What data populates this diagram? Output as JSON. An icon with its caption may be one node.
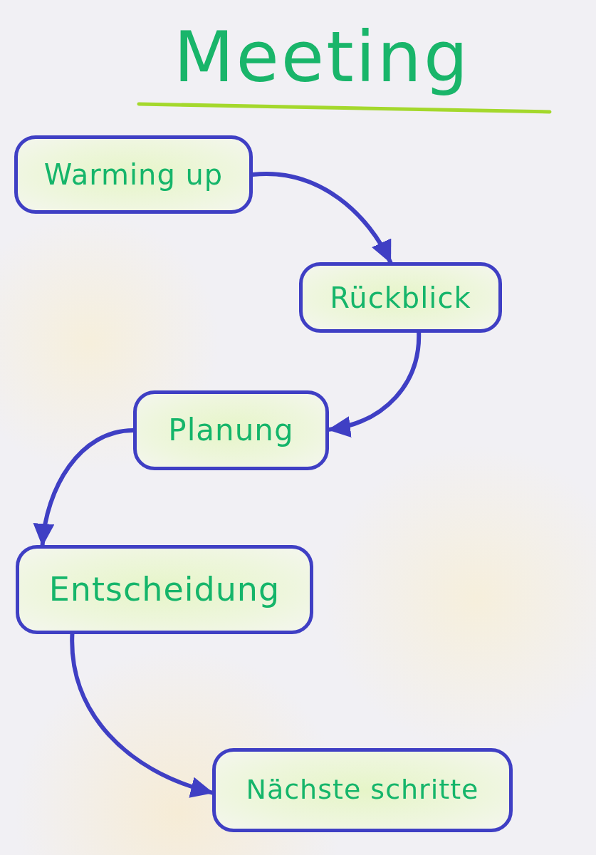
{
  "diagram": {
    "title": "Meeting",
    "nodes": [
      {
        "text": [
          "Warming up"
        ]
      },
      {
        "text": [
          "Rückblick"
        ]
      },
      {
        "text": [
          "Planung"
        ]
      },
      {
        "text": [
          "Entscheidung"
        ]
      },
      {
        "text": [
          "Nächste schritte"
        ]
      }
    ],
    "edges": [
      {
        "from": 0,
        "to": 1,
        "arrow": "to"
      },
      {
        "from": 1,
        "to": 2,
        "arrow": "to"
      },
      {
        "from": 2,
        "to": 3,
        "arrow": "to"
      },
      {
        "from": 3,
        "to": 4,
        "arrow": "to"
      }
    ]
  }
}
